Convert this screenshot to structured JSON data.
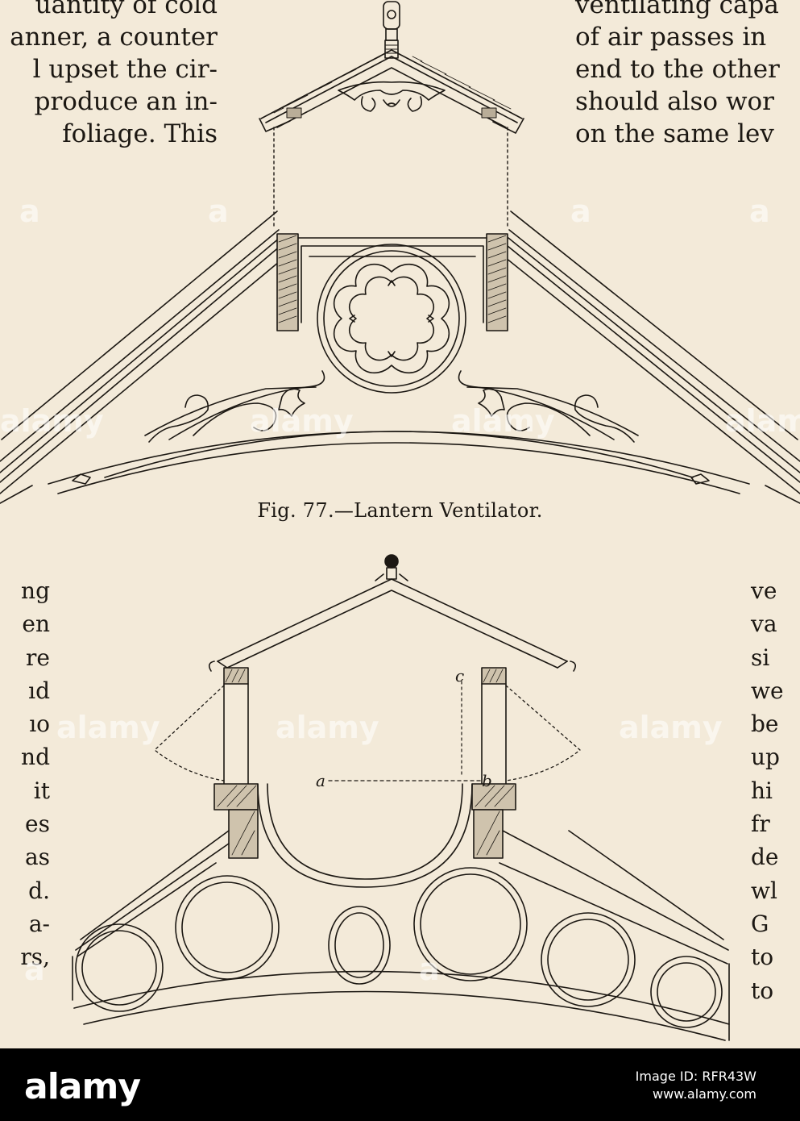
{
  "text_left_top": [
    "uantity of cold",
    "anner, a counter",
    "l upset the cir-",
    "produce an in-",
    "foliage. This"
  ],
  "text_right_top": [
    "ventilating capa",
    "of air passes in",
    "end to the other",
    "should also wor",
    "on the same lev"
  ],
  "caption_top": "Fig. 77.—Lantern Ventilator.",
  "text_left_bottom": [
    "ng",
    "en",
    "re",
    "ıd",
    "ıo",
    "nd",
    "it",
    "es",
    "as",
    "d.",
    "",
    "a-",
    "rs,"
  ],
  "text_right_bottom": [
    "ve",
    "va",
    "si",
    "we",
    "be",
    "up",
    "hi",
    "fr",
    "de",
    "wl",
    "G",
    "to",
    "to"
  ],
  "figure_labels": {
    "a": "a",
    "b": "b",
    "c": "c"
  },
  "watermark_text": "alamy",
  "footer": {
    "brand": "alamy",
    "image_id_label": "Image ID: RFR43W",
    "site": "www.alamy.com"
  }
}
